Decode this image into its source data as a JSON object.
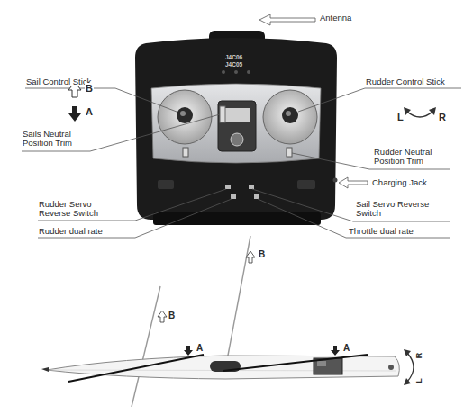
{
  "diagram": {
    "labels": [
      "Antenna",
      "Sail Control Stick",
      "B",
      "A",
      "Sails Neutral Position Trim",
      "Rudder Control Stick",
      "L",
      "R",
      "Rudder Neutral Position Trim",
      "Charging Jack",
      "Rudder Servo Reverse Switch",
      "Sail Servo Reverse Switch",
      "Rudder dual rate",
      "Throttle dual rate",
      "J4C06",
      "J4C05",
      "B",
      "B",
      "A",
      "A",
      "R",
      "L"
    ]
  }
}
